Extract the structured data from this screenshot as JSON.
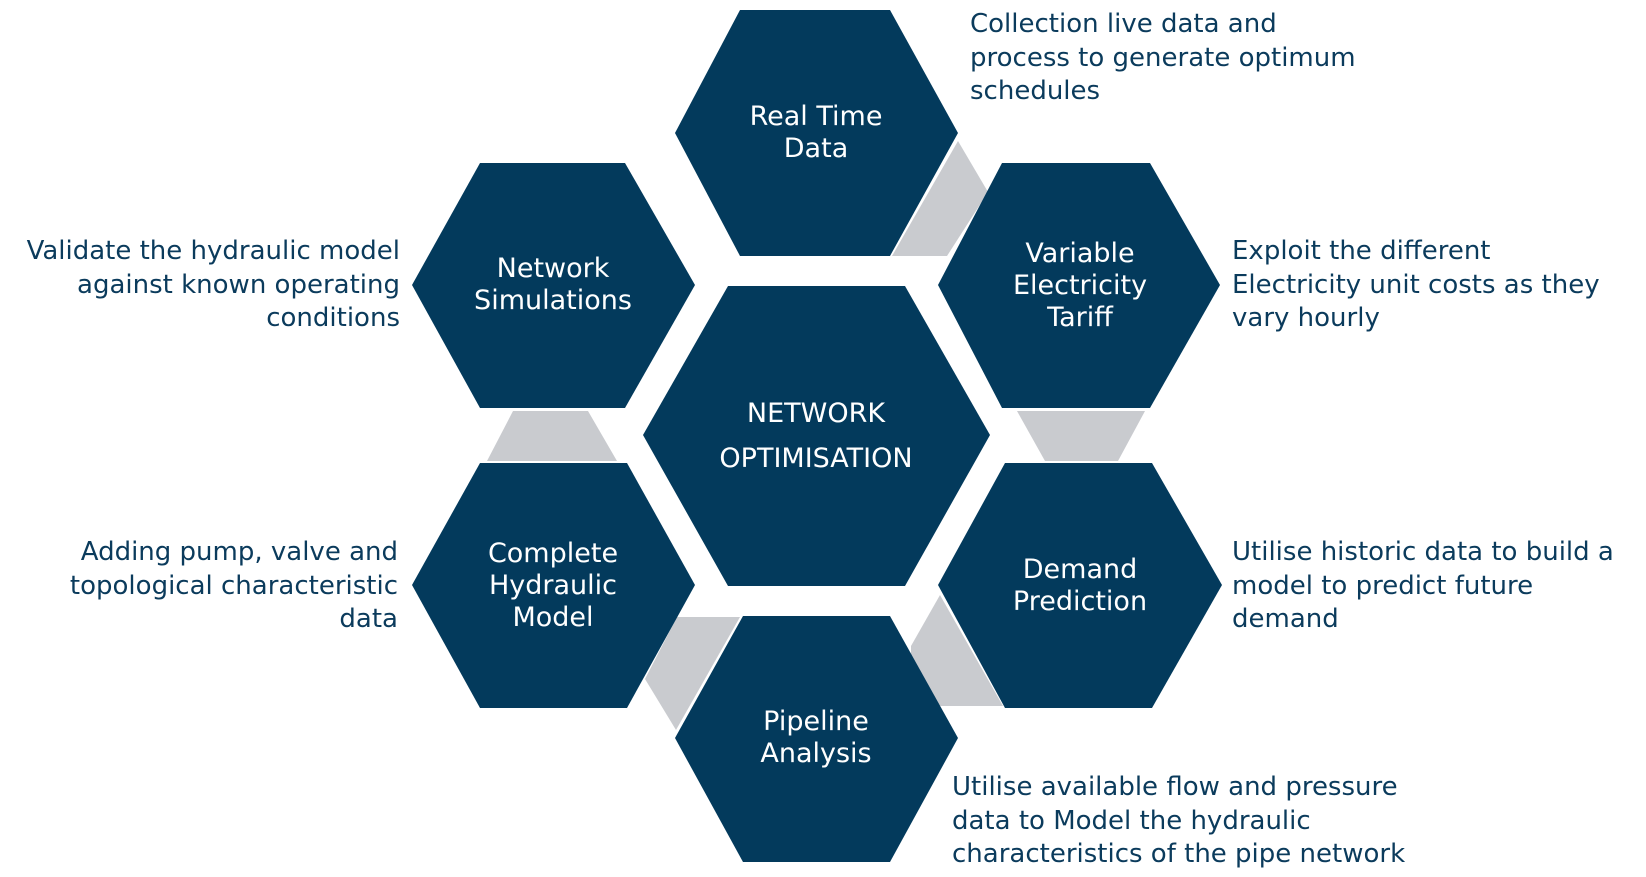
{
  "colors": {
    "hexagon_fill": "#033a5c",
    "connector_fill": "#c9cbcf",
    "hexagon_text": "#ffffff",
    "description_text": "#0b3b5c"
  },
  "center": {
    "label": "NETWORK\nOPTIMISATION"
  },
  "nodes": [
    {
      "id": "real-time-data",
      "label": "Real Time\nData",
      "description": "Collection live data and\nprocess to generate optimum\nschedules"
    },
    {
      "id": "variable-electricity-tariff",
      "label": "Variable\nElectricity\nTariff",
      "description": "Exploit the different\nElectricity unit costs as they\nvary hourly"
    },
    {
      "id": "demand-prediction",
      "label": "Demand\nPrediction",
      "description": "Utilise historic data to build a\nmodel to predict future\ndemand"
    },
    {
      "id": "pipeline-analysis",
      "label": "Pipeline\nAnalysis",
      "description": "Utilise available flow and pressure\ndata to Model the hydraulic\ncharacteristics of the pipe network"
    },
    {
      "id": "complete-hydraulic-model",
      "label": "Complete\nHydraulic\nModel",
      "description": "Adding pump, valve and\ntopological characteristic\ndata"
    },
    {
      "id": "network-simulations",
      "label": "Network\nSimulations",
      "description": "Validate the hydraulic model\nagainst known operating\nconditions"
    }
  ]
}
